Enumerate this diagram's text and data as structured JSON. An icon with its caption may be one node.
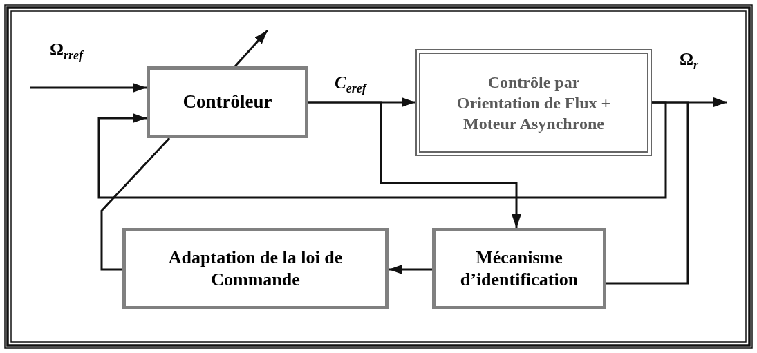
{
  "diagram": {
    "nodes": [
      {
        "text": [
          "Contrôleur"
        ]
      },
      {
        "text": [
          "Contrôle par Orientation de Flux + Moteur Asynchrone"
        ]
      },
      {
        "text": [
          "Adaptation de la loi de Commande"
        ]
      },
      {
        "text": [
          "Mécanisme d’identification"
        ]
      }
    ],
    "edges": [
      {
        "from": null,
        "to": 0,
        "arrow": "to"
      },
      {
        "from": 0,
        "to": 1,
        "arrow": "to"
      },
      {
        "from": 1,
        "to": null,
        "arrow": "to"
      },
      {
        "from": 1,
        "to": 0,
        "arrow": "to"
      },
      {
        "from": 0,
        "to": 3,
        "arrow": "to"
      },
      {
        "from": 1,
        "to": 3,
        "arrow": "none"
      },
      {
        "from": 3,
        "to": 2,
        "arrow": "to"
      },
      {
        "from": 2,
        "to": 0,
        "arrow": "none"
      },
      {
        "from": 0,
        "to": null,
        "arrow": "to"
      }
    ],
    "labels": [
      "Ω$_{rref}$",
      "C$_{eref}$",
      "Ω$_{r}$"
    ]
  }
}
